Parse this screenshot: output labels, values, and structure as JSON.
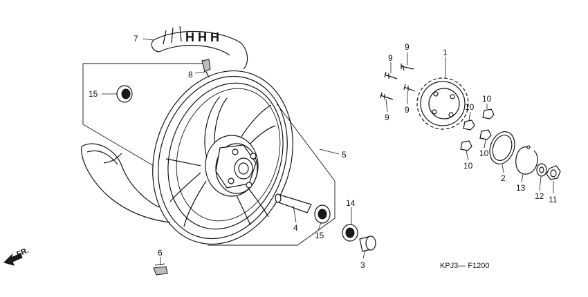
{
  "diagram": {
    "part_labels": {
      "p1": "1",
      "p2": "2",
      "p3": "3",
      "p4": "4",
      "p5": "5",
      "p6": "6",
      "p7": "7",
      "p8": "8",
      "p9a": "9",
      "p9b": "9",
      "p9c": "9",
      "p9d": "9",
      "p10a": "10",
      "p10b": "10",
      "p10c": "10",
      "p10d": "10",
      "p11": "11",
      "p12": "12",
      "p13": "13",
      "p14": "14",
      "p15a": "15",
      "p15b": "15"
    },
    "direction_label": "FR.",
    "code": "KPJ3— F1200"
  }
}
